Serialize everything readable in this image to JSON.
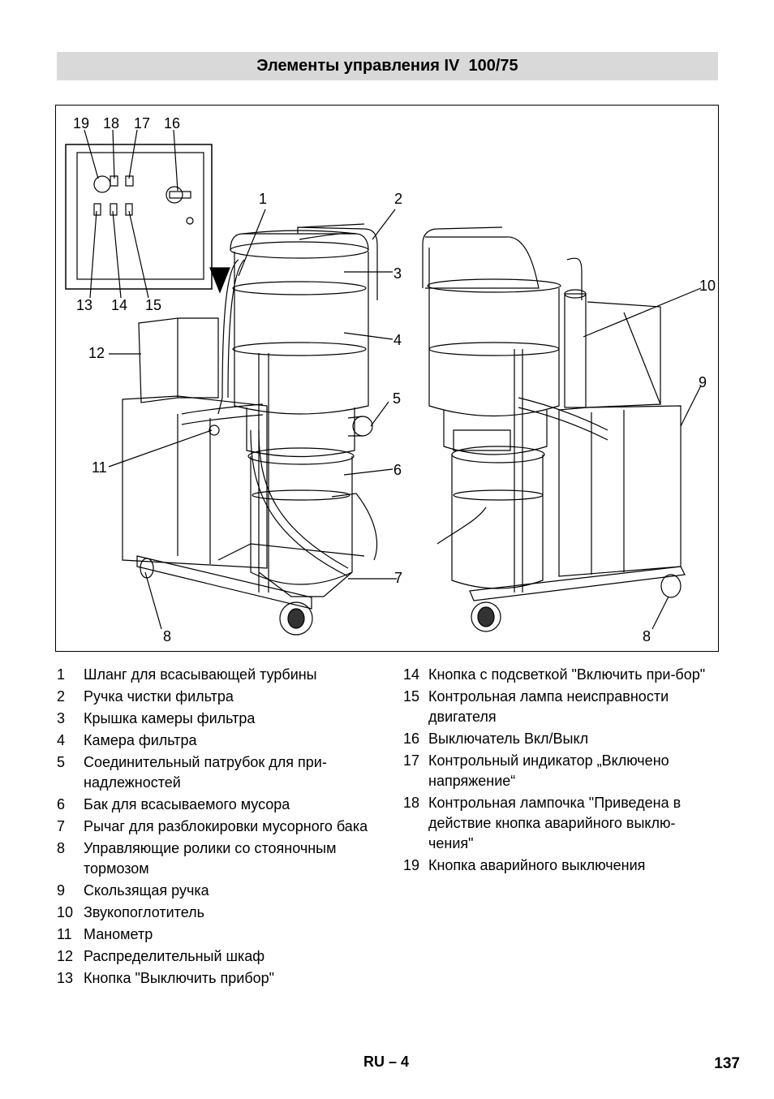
{
  "header": {
    "title": "Элементы управления IV  100/75"
  },
  "figure": {
    "callouts": {
      "c19": "19",
      "c18": "18",
      "c17": "17",
      "c16": "16",
      "c13": "13",
      "c14": "14",
      "c15": "15",
      "c1": "1",
      "c2": "2",
      "c3": "3",
      "c4": "4",
      "c5": "5",
      "c6": "6",
      "c7": "7",
      "c8a": "8",
      "c8b": "8",
      "c9": "9",
      "c10": "10",
      "c11": "11",
      "c12": "12"
    }
  },
  "legend": {
    "left": [
      {
        "num": "1",
        "text": "Шланг для всасывающей турбины"
      },
      {
        "num": "2",
        "text": "Ручка чистки фильтра"
      },
      {
        "num": "3",
        "text": "Крышка камеры фильтра"
      },
      {
        "num": "4",
        "text": "Камера фильтра"
      },
      {
        "num": "5",
        "text": "Соединительный патрубок для при-надлежностей"
      },
      {
        "num": "6",
        "text": "Бак для всасываемого мусора"
      },
      {
        "num": "7",
        "text": "Рычаг для разблокировки мусорного бака"
      },
      {
        "num": "8",
        "text": "Управляющие ролики со стояночным тормозом"
      },
      {
        "num": "9",
        "text": "Скользящая ручка"
      },
      {
        "num": "10",
        "text": "Звукопоглотитель"
      },
      {
        "num": "11",
        "text": "Манометр"
      },
      {
        "num": "12",
        "text": "Распределительный шкаф"
      },
      {
        "num": "13",
        "text": "Кнопка \"Выключить прибор\""
      }
    ],
    "right": [
      {
        "num": "14",
        "text": "Кнопка с подсветкой \"Включить при-бор\""
      },
      {
        "num": "15",
        "text": "Контрольная лампа неисправности двигателя"
      },
      {
        "num": "16",
        "text": "Выключатель Вкл/Выкл"
      },
      {
        "num": "17",
        "text": "Контрольный индикатор „Включено напряжение“"
      },
      {
        "num": "18",
        "text": "Контрольная лампочка \"Приведена в действие кнопка аварийного выклю-чения\""
      },
      {
        "num": "19",
        "text": "Кнопка аварийного выключения"
      }
    ]
  },
  "footer": {
    "code": "RU – 4",
    "page": "137"
  }
}
